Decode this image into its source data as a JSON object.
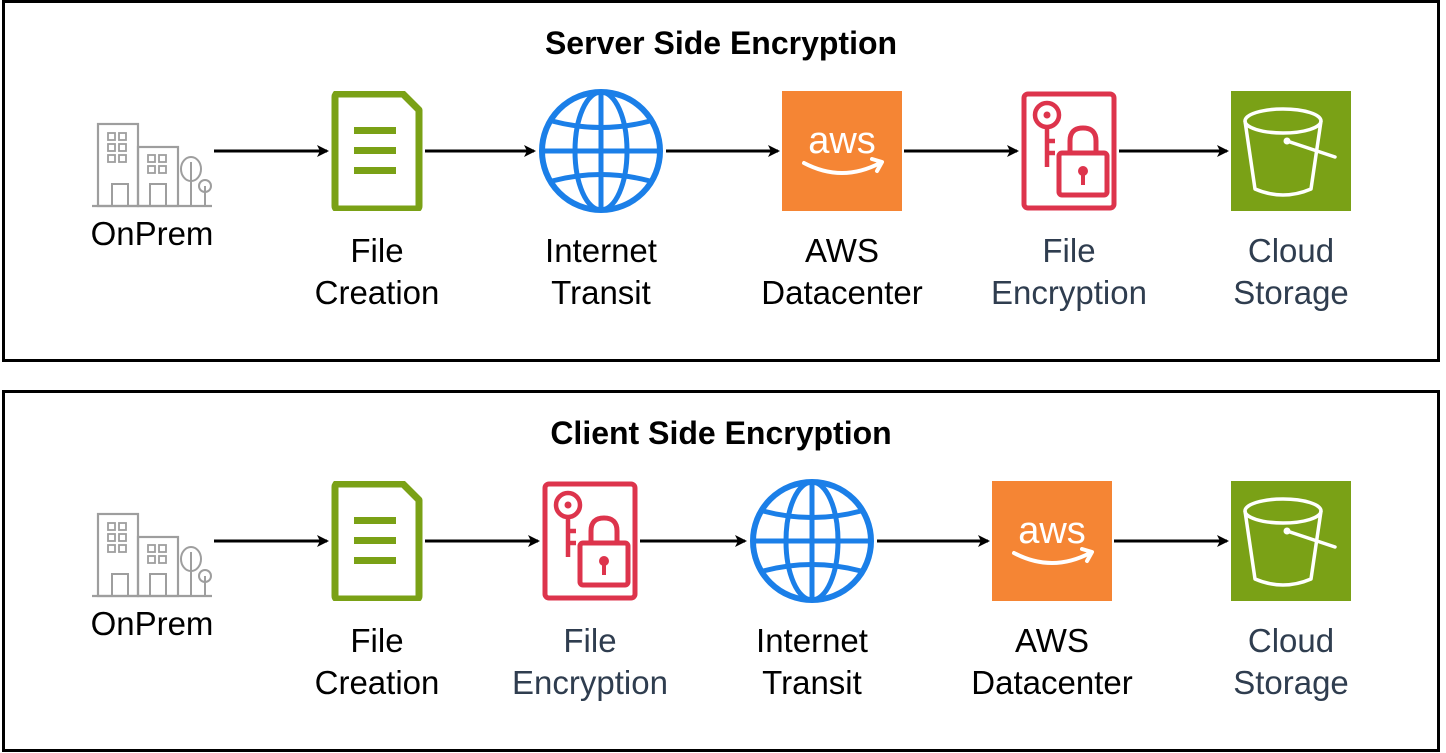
{
  "diagrams": [
    {
      "title": "Server Side Encryption",
      "steps": [
        {
          "icon": "building-icon",
          "label": "OnPrem"
        },
        {
          "icon": "document-icon",
          "label": "File\nCreation"
        },
        {
          "icon": "globe-icon",
          "label": "Internet\nTransit"
        },
        {
          "icon": "aws-logo-icon",
          "label": "AWS\nDatacenter"
        },
        {
          "icon": "key-lock-icon",
          "label": "File\nEncryption"
        },
        {
          "icon": "bucket-icon",
          "label": "Cloud\nStorage"
        }
      ]
    },
    {
      "title": "Client Side Encryption",
      "steps": [
        {
          "icon": "building-icon",
          "label": "OnPrem"
        },
        {
          "icon": "document-icon",
          "label": "File\nCreation"
        },
        {
          "icon": "key-lock-icon",
          "label": "File\nEncryption"
        },
        {
          "icon": "globe-icon",
          "label": "Internet\nTransit"
        },
        {
          "icon": "aws-logo-icon",
          "label": "AWS\nDatacenter"
        },
        {
          "icon": "bucket-icon",
          "label": "Cloud\nStorage"
        }
      ]
    }
  ],
  "colors": {
    "document": "#7aa116",
    "globe": "#1b7fe8",
    "aws": "#f58534",
    "encryption": "#dd344c",
    "storage": "#7aa116",
    "building": "#9e9e9e",
    "label_dark": "#000000",
    "label_slate": "#2f3d4f"
  }
}
